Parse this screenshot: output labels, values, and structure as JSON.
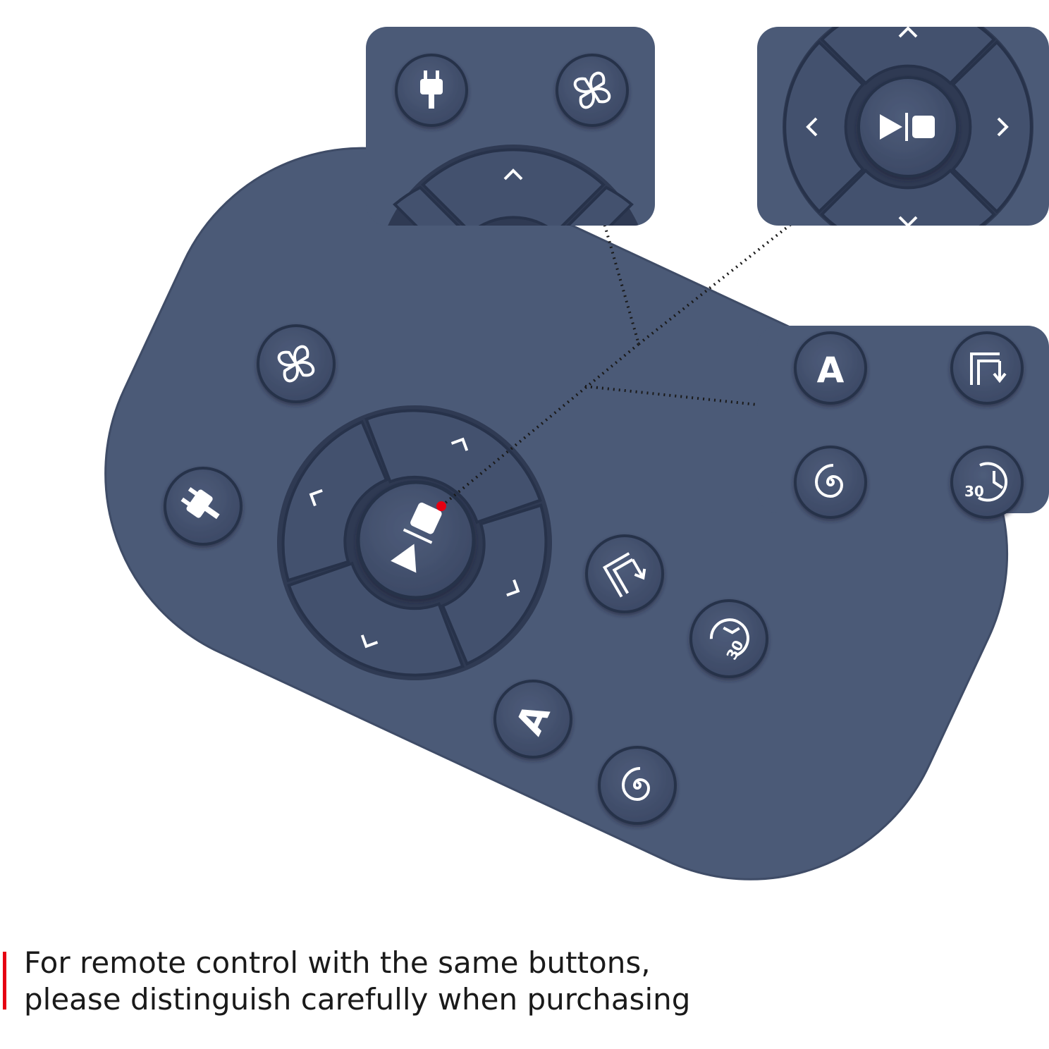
{
  "colors": {
    "body": "#4b5a77",
    "button": "#43516e",
    "button_rim": "#27324a",
    "icon": "#ffffff",
    "marker": "#e60012",
    "accent_bar": "#e60012",
    "caption_text": "#1a1a1a"
  },
  "remote": {
    "buttons": [
      {
        "name": "fan-button",
        "icon": "fan-icon"
      },
      {
        "name": "power-button",
        "icon": "plug-icon"
      },
      {
        "name": "dpad-up-button",
        "icon": "chevron-up-icon"
      },
      {
        "name": "dpad-left-button",
        "icon": "chevron-left-icon"
      },
      {
        "name": "dpad-right-button",
        "icon": "chevron-right-icon"
      },
      {
        "name": "dpad-down-button",
        "icon": "chevron-down-icon"
      },
      {
        "name": "play-stop-button",
        "icon": "play-pause-icon"
      },
      {
        "name": "edge-clean-button",
        "icon": "edge-clean-icon"
      },
      {
        "name": "timer-button",
        "icon": "timer-icon",
        "label": "30"
      },
      {
        "name": "auto-button",
        "icon": "letter-a-icon",
        "label": "A"
      },
      {
        "name": "spiral-button",
        "icon": "spiral-icon"
      }
    ]
  },
  "insets": [
    {
      "name": "inset-power-fan",
      "buttons": [
        "plug-icon",
        "fan-icon",
        "chevron-up-icon"
      ]
    },
    {
      "name": "inset-dpad",
      "buttons": [
        "chevron-up-icon",
        "chevron-left-icon",
        "play-pause-icon",
        "chevron-right-icon",
        "chevron-down-icon"
      ]
    },
    {
      "name": "inset-modes",
      "buttons": [
        {
          "icon": "letter-a-icon",
          "label": "A"
        },
        {
          "icon": "edge-clean-icon"
        },
        {
          "icon": "spiral-icon"
        },
        {
          "icon": "timer-icon",
          "label": "30"
        }
      ]
    }
  ],
  "caption": {
    "line1": "For remote control with the same buttons,",
    "line2": "please distinguish carefully when purchasing"
  }
}
